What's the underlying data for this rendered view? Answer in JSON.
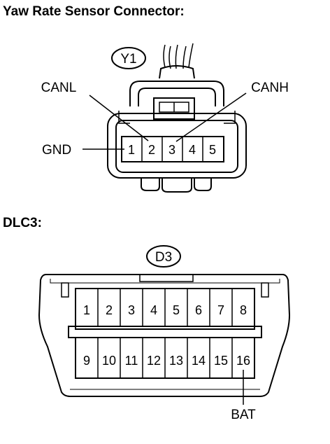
{
  "yaw_sensor": {
    "title": "Yaw Rate Sensor Connector:",
    "connector_id": "Y1",
    "pins": [
      "1",
      "2",
      "3",
      "4",
      "5"
    ],
    "labels": {
      "canl": "CANL",
      "canh": "CANH",
      "gnd": "GND"
    }
  },
  "dlc3": {
    "title": "DLC3:",
    "connector_id": "D3",
    "top_pins": [
      "1",
      "2",
      "3",
      "4",
      "5",
      "6",
      "7",
      "8"
    ],
    "bottom_pins": [
      "9",
      "10",
      "11",
      "12",
      "13",
      "14",
      "15",
      "16"
    ],
    "labels": {
      "bat": "BAT"
    }
  }
}
